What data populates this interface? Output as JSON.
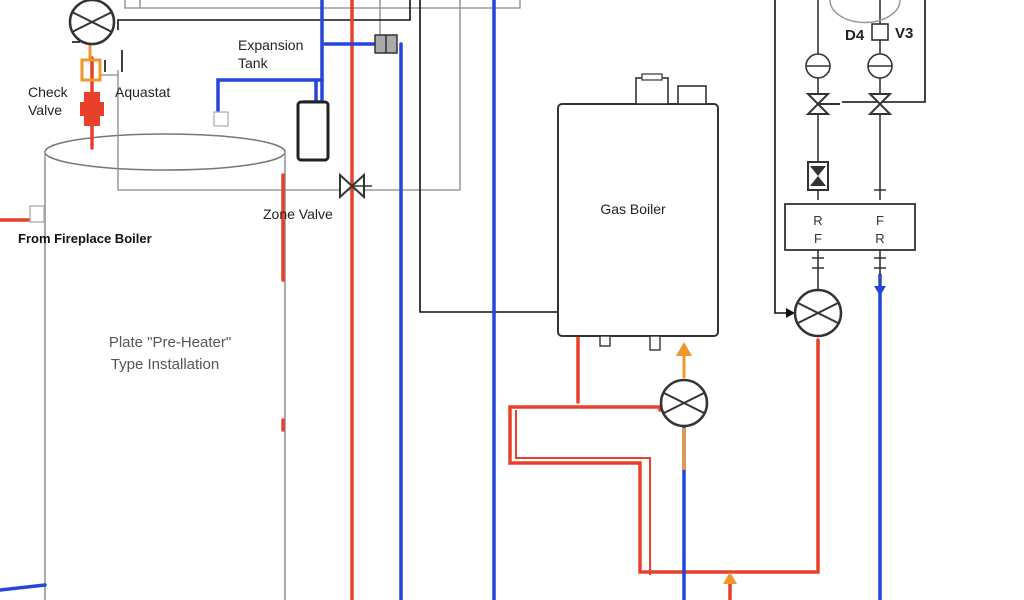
{
  "diagram": {
    "labels": {
      "check_valve_line1": "Check",
      "check_valve_line2": "Valve",
      "aquastat": "Aquastat",
      "expansion_tank_line1": "Expansion",
      "expansion_tank_line2": "Tank",
      "zone_valve": "Zone Valve",
      "from_fireplace_boiler": "From Fireplace Boiler",
      "tank_title_line1": "Plate \"Pre-Heater\"",
      "tank_title_line2": "Type Installation",
      "gas_boiler": "Gas Boiler",
      "d4": "D4",
      "v3": "V3",
      "manifold_r_left": "R",
      "manifold_f_left": "F",
      "manifold_f_right": "F",
      "manifold_r_right": "R"
    },
    "colors": {
      "supply_pipe": "#e8402a",
      "return_pipe": "#2746d8",
      "circulator_discharge": "#f0962a",
      "control_wire": "#111111",
      "outline": "#333333"
    },
    "icons": [
      "circulator-pump-icon",
      "check-valve-icon",
      "zone-valve-icon",
      "gate-valve-icon",
      "arrow-icon"
    ]
  }
}
